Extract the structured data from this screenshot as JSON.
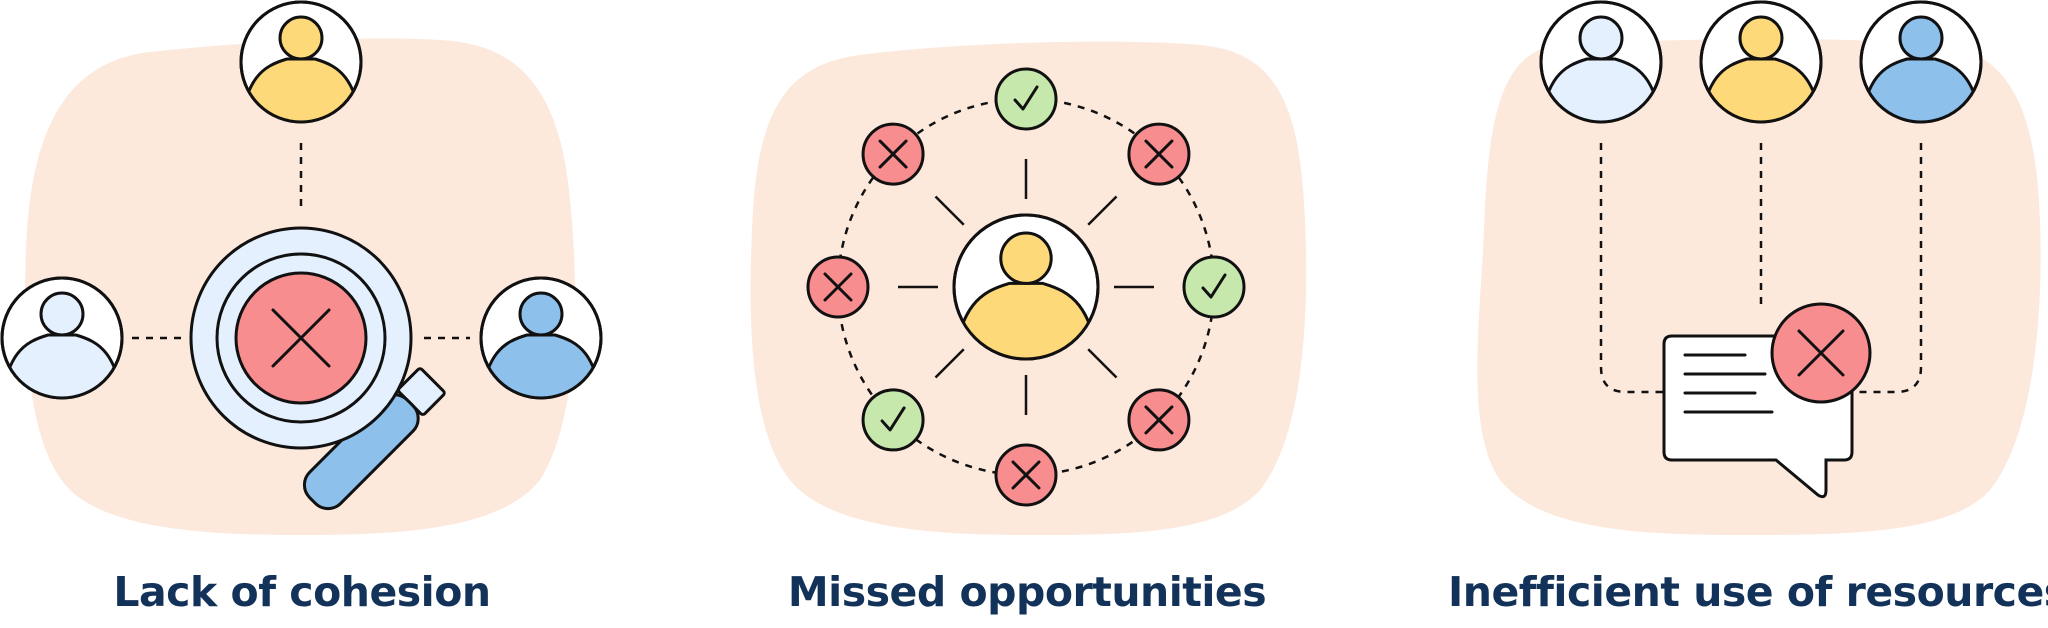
{
  "colors": {
    "blob": "#fde8dc",
    "outline": "#111111",
    "person_yellow": "#fdd97a",
    "person_blue": "#8ec0ec",
    "person_light": "#e4f0fd",
    "error_red": "#f88d8f",
    "check_green": "#c6e8ad",
    "lens_light": "#e4f0fd",
    "handle_blue": "#8ec0ec",
    "caption_text": "#12325a"
  },
  "icons": {
    "person": "person-icon",
    "error": "x-mark-icon",
    "check": "check-mark-icon",
    "magnifier": "magnifying-glass-icon",
    "chat": "chat-bubble-icon"
  },
  "panels": [
    {
      "id": "lack-of-cohesion",
      "caption": "Lack of cohesion"
    },
    {
      "id": "missed-opportunities",
      "caption": "Missed opportunities"
    },
    {
      "id": "inefficient-resources",
      "caption": "Inefficient use of resources"
    }
  ],
  "ring_nodes": [
    "check",
    "error",
    "check",
    "error",
    "error",
    "check",
    "error",
    "error"
  ]
}
